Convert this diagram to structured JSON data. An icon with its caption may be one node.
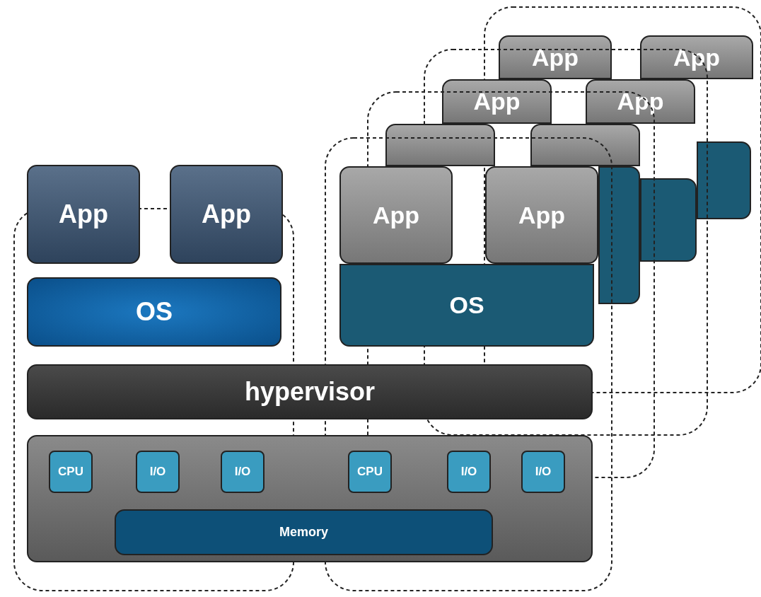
{
  "diagram": {
    "nodes": [
      {
        "text": [
          "App"
        ]
      },
      {
        "text": [
          "App"
        ]
      },
      {
        "text": [
          "OS"
        ]
      },
      {
        "text": [],
        "shape": "box"
      },
      {
        "text": [
          "App"
        ]
      },
      {
        "text": [
          "App"
        ]
      },
      {
        "text": [],
        "shape": "box"
      },
      {
        "text": [
          "App"
        ]
      },
      {
        "text": [
          "App"
        ]
      },
      {
        "text": [],
        "shape": "box"
      },
      {
        "text": [],
        "shape": "box"
      },
      {
        "text": [],
        "shape": "box"
      },
      {
        "text": [
          "App"
        ]
      },
      {
        "text": [
          "App"
        ]
      },
      {
        "text": [
          "OS"
        ]
      },
      {
        "text": [
          "hypervisor"
        ]
      },
      {
        "text": [],
        "shape": "box"
      },
      {
        "text": [
          "CPU"
        ],
        "in": 16
      },
      {
        "text": [
          "I/O"
        ],
        "in": 16
      },
      {
        "text": [
          "I/O"
        ],
        "in": 16
      },
      {
        "text": [
          "CPU"
        ],
        "in": 16
      },
      {
        "text": [
          "I/O"
        ],
        "in": 16
      },
      {
        "text": [
          "I/O"
        ],
        "in": 16
      },
      {
        "text": [
          "Memory"
        ],
        "in": 16
      }
    ],
    "edges": []
  }
}
